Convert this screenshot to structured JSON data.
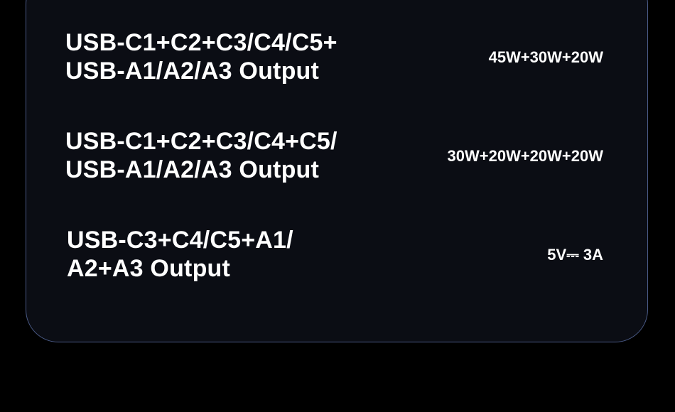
{
  "rows": [
    {
      "label_line1": "USB-C1+C2+C3/C4/C5+",
      "label_line2": "USB-A1/A2/A3 Output",
      "value": "45W+30W+20W"
    },
    {
      "label_line1": "USB-C1+C2+C3/C4+C5/",
      "label_line2": "USB-A1/A2/A3 Output",
      "value": "30W+20W+20W+20W"
    },
    {
      "label_line1": "USB-C3+C4/C5+A1/",
      "label_line2": "A2+A3 Output",
      "value": "5V⎓ 3A"
    }
  ],
  "colors": {
    "background": "#000000",
    "panel": "#0b0d14",
    "panel_border": "#4a5a86",
    "text": "#ffffff"
  }
}
